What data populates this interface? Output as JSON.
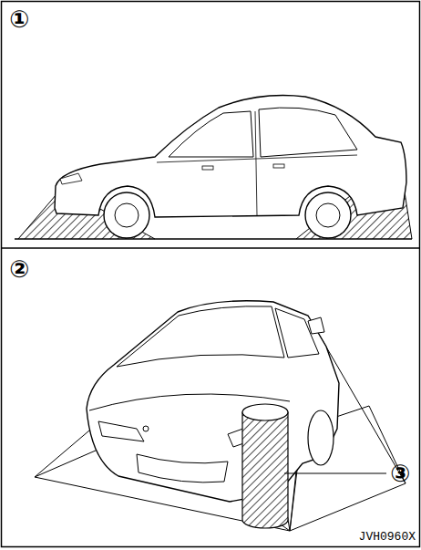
{
  "diagram": {
    "labels": [
      "①",
      "②",
      "③",
      "JVH0960X"
    ]
  }
}
